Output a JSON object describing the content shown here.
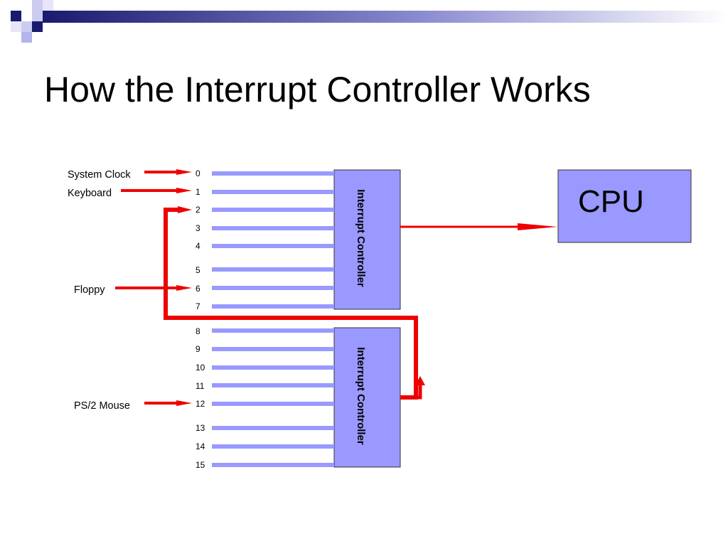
{
  "title": "How the Interrupt Controller Works",
  "diagram": {
    "devices": {
      "system_clock": "System Clock",
      "keyboard": "Keyboard",
      "floppy": "Floppy",
      "ps2_mouse": "PS/2 Mouse"
    },
    "master_controller_label": "Interrupt Controller",
    "slave_controller_label": "Interrupt Controller",
    "cpu_label": "CPU",
    "irq_lines": [
      "0",
      "1",
      "2",
      "3",
      "4",
      "5",
      "6",
      "7",
      "8",
      "9",
      "10",
      "11",
      "12",
      "13",
      "14",
      "15"
    ]
  },
  "colors": {
    "controller_fill": "#9999ff",
    "irq_line": "#9999ff",
    "signal_arrow": "#ee0000",
    "logo_navy": "#1a1a6e",
    "logo_light": "#b3b3ee"
  },
  "icons": [
    "slide-logo-icon",
    "arrow-right-icon"
  ]
}
